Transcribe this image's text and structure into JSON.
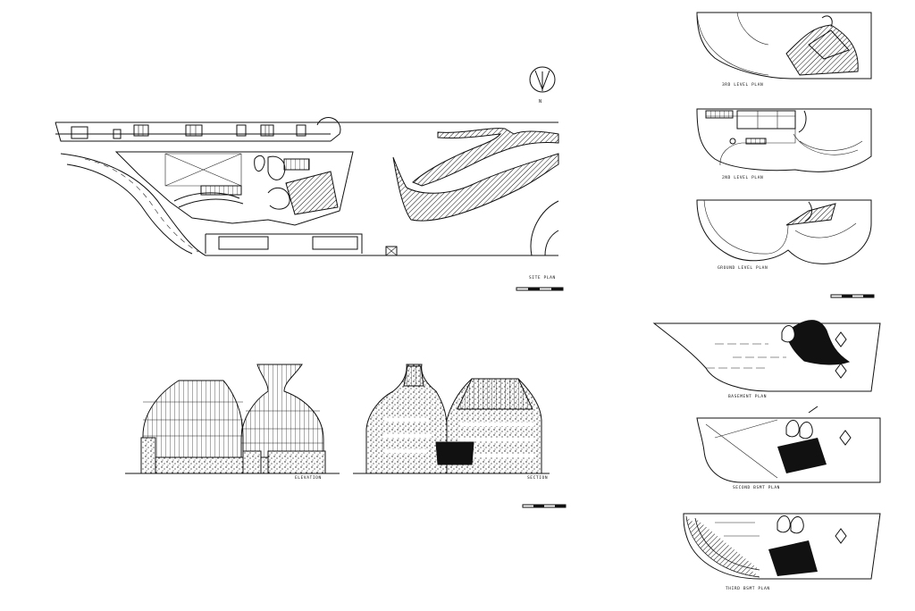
{
  "site_plan": {
    "caption": "SITE PLAN",
    "north_label": "N"
  },
  "elevations": {
    "left_caption": "ELEVATION",
    "right_caption": "SECTION"
  },
  "floor_plans": [
    {
      "caption": "3RD LEVEL PLAN"
    },
    {
      "caption": "2ND LEVEL PLAN"
    },
    {
      "caption": "GROUND LEVEL PLAN"
    },
    {
      "caption": "BASEMENT PLAN"
    },
    {
      "caption": "SECOND BSMT PLAN"
    },
    {
      "caption": "THIRD BSMT PLAN"
    }
  ],
  "colors": {
    "ink": "#111111",
    "paper": "#ffffff"
  }
}
